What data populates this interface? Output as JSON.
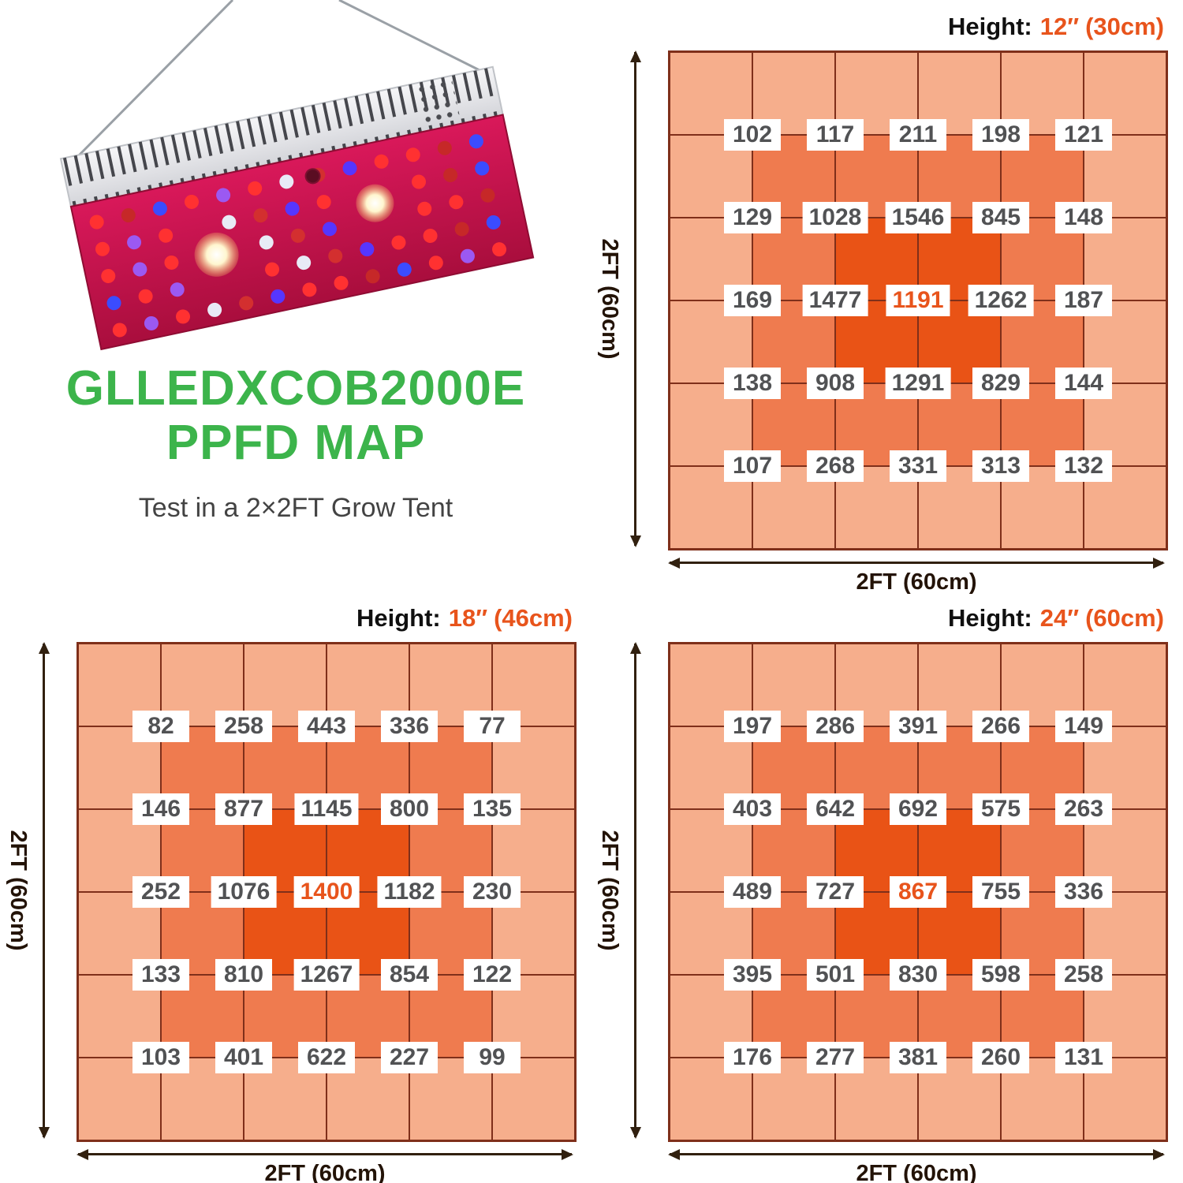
{
  "branding": {
    "title_line1": "GLLEDXCOB2000E",
    "title_line2": "PPFD MAP",
    "subtitle": "Test in a 2×2FT Grow Tent",
    "title_color": "#3cb44b"
  },
  "colors": {
    "accent_green": "#3cb44b",
    "accent_orange": "#e8541c",
    "ring_outer": "#f6ae8c",
    "ring_middle": "#ef7b4f",
    "ring_center": "#e95316",
    "grid_line": "#7f2f1a",
    "value_text": "#515254",
    "dimension_arrow": "#31200f",
    "panel_red": "#d31652",
    "led_palette": [
      "#ff3131",
      "#c62828",
      "#3b4cff",
      "#ff3131",
      "#9b59f2",
      "#ff3131",
      "#e8eaf6",
      "#d32f2f",
      "#5636ff",
      "#ff3131"
    ]
  },
  "chart_data": [
    {
      "type": "heatmap",
      "title_prefix": "Height:",
      "title_value": "12″",
      "title_unit": "(30cm)",
      "xlabel": "2FT (60cm)",
      "ylabel": "2FT (60cm)",
      "grid_size": 6,
      "values": [
        [
          102,
          117,
          211,
          198,
          121
        ],
        [
          129,
          1028,
          1546,
          845,
          148
        ],
        [
          169,
          1477,
          1191,
          1262,
          187
        ],
        [
          138,
          908,
          1291,
          829,
          144
        ],
        [
          107,
          268,
          331,
          313,
          132
        ]
      ],
      "highlight": {
        "row": 2,
        "col": 2,
        "value": 1191
      }
    },
    {
      "type": "heatmap",
      "title_prefix": "Height:",
      "title_value": "18″",
      "title_unit": "(46cm)",
      "xlabel": "2FT (60cm)",
      "ylabel": "2FT (60cm)",
      "grid_size": 6,
      "values": [
        [
          82,
          258,
          443,
          336,
          77
        ],
        [
          146,
          877,
          1145,
          800,
          135
        ],
        [
          252,
          1076,
          1400,
          1182,
          230
        ],
        [
          133,
          810,
          1267,
          854,
          122
        ],
        [
          103,
          401,
          622,
          227,
          99
        ]
      ],
      "highlight": {
        "row": 2,
        "col": 2,
        "value": 1400
      }
    },
    {
      "type": "heatmap",
      "title_prefix": "Height:",
      "title_value": "24″",
      "title_unit": "(60cm)",
      "xlabel": "2FT (60cm)",
      "ylabel": "2FT (60cm)",
      "grid_size": 6,
      "values": [
        [
          197,
          286,
          391,
          266,
          149
        ],
        [
          403,
          642,
          692,
          575,
          263
        ],
        [
          489,
          727,
          867,
          755,
          336
        ],
        [
          395,
          501,
          830,
          598,
          258
        ],
        [
          176,
          277,
          381,
          260,
          131
        ]
      ],
      "highlight": {
        "row": 2,
        "col": 2,
        "value": 867
      }
    }
  ]
}
